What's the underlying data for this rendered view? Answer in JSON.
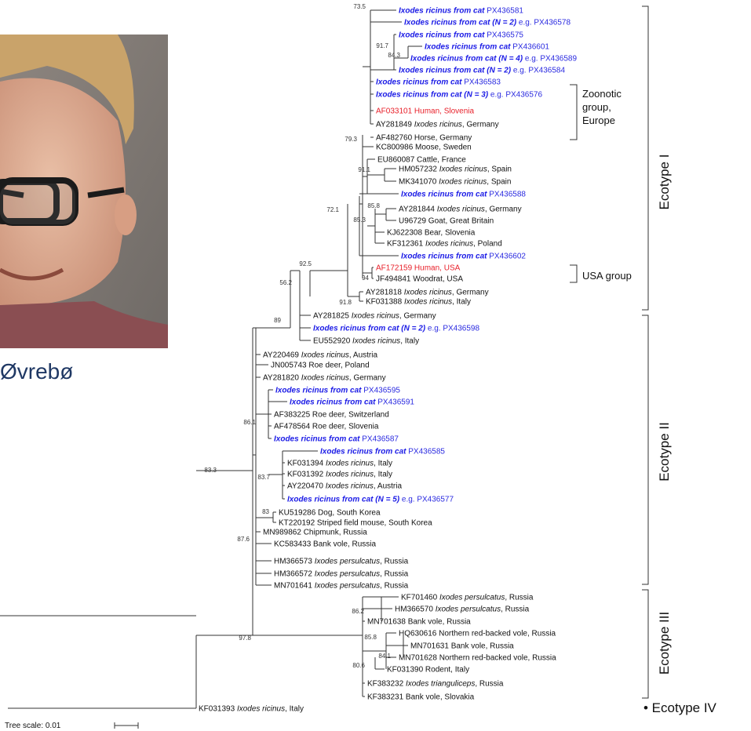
{
  "person_name": "Øvrebø",
  "colors": {
    "cat": "#1a1ae6",
    "human": "#e8202a",
    "text": "#111111",
    "name": "#1f3864"
  },
  "leaves": [
    {
      "id": "L1",
      "parts": [
        [
          "b",
          "Ixodes ricinus from cat"
        ],
        [
          "a",
          "  PX436581"
        ]
      ]
    },
    {
      "id": "L2",
      "parts": [
        [
          "b",
          "Ixodes ricinus from cat (N = 2)"
        ],
        [
          "a",
          " e.g. PX436578"
        ]
      ]
    },
    {
      "id": "L3",
      "parts": [
        [
          "b",
          "Ixodes ricinus from cat"
        ],
        [
          "a",
          "  PX436575"
        ]
      ]
    },
    {
      "id": "L4",
      "parts": [
        [
          "b",
          "Ixodes ricinus from cat"
        ],
        [
          "a",
          "  PX436601"
        ]
      ]
    },
    {
      "id": "L5",
      "parts": [
        [
          "b",
          "Ixodes ricinus from cat (N = 4)"
        ],
        [
          "a",
          " e.g. PX436589"
        ]
      ]
    },
    {
      "id": "L6",
      "parts": [
        [
          "b",
          "Ixodes ricinus from cat (N = 2)"
        ],
        [
          "a",
          " e.g. PX436584"
        ]
      ]
    },
    {
      "id": "L7",
      "parts": [
        [
          "b",
          "Ixodes ricinus from cat"
        ],
        [
          "a",
          "  PX436583"
        ]
      ]
    },
    {
      "id": "L8",
      "parts": [
        [
          "b",
          "Ixodes ricinus from cat (N = 3)"
        ],
        [
          "a",
          " e.g. PX436576"
        ]
      ]
    },
    {
      "id": "L9",
      "parts": [
        [
          "h",
          "AF033101 Human, Slovenia"
        ]
      ]
    },
    {
      "id": "L10",
      "parts": [
        [
          "n",
          "AY281849 "
        ],
        [
          "i",
          "Ixodes ricinus"
        ],
        [
          "n",
          ", Germany"
        ]
      ]
    },
    {
      "id": "L11",
      "parts": [
        [
          "n",
          "AF482760 Horse, Germany"
        ]
      ]
    },
    {
      "id": "L12",
      "parts": [
        [
          "n",
          "KC800986 Moose, Sweden"
        ]
      ]
    },
    {
      "id": "L13",
      "parts": [
        [
          "n",
          "EU860087 Cattle, France"
        ]
      ]
    },
    {
      "id": "L14",
      "parts": [
        [
          "n",
          "HM057232 "
        ],
        [
          "i",
          "Ixodes ricinus"
        ],
        [
          "n",
          ", Spain"
        ]
      ]
    },
    {
      "id": "L15",
      "parts": [
        [
          "n",
          "MK341070 "
        ],
        [
          "i",
          "Ixodes ricinus"
        ],
        [
          "n",
          ", Spain"
        ]
      ]
    },
    {
      "id": "L16",
      "parts": [
        [
          "b",
          "Ixodes ricinus from cat"
        ],
        [
          "a",
          "  PX436588"
        ]
      ]
    },
    {
      "id": "L17",
      "parts": [
        [
          "n",
          "AY281844 "
        ],
        [
          "i",
          "Ixodes ricinus"
        ],
        [
          "n",
          ", Germany"
        ]
      ]
    },
    {
      "id": "L18",
      "parts": [
        [
          "n",
          "U96729 Goat, Great Britain"
        ]
      ]
    },
    {
      "id": "L19",
      "parts": [
        [
          "n",
          "KJ622308 Bear, Slovenia"
        ]
      ]
    },
    {
      "id": "L20",
      "parts": [
        [
          "n",
          "KF312361 "
        ],
        [
          "i",
          "Ixodes ricinus"
        ],
        [
          "n",
          ", Poland"
        ]
      ]
    },
    {
      "id": "L21",
      "parts": [
        [
          "b",
          "Ixodes ricinus from cat"
        ],
        [
          "a",
          "  PX436602"
        ]
      ]
    },
    {
      "id": "L22",
      "parts": [
        [
          "h",
          "AF172159 Human, USA"
        ]
      ]
    },
    {
      "id": "L23",
      "parts": [
        [
          "n",
          "JF494841 Woodrat, USA"
        ]
      ]
    },
    {
      "id": "L24",
      "parts": [
        [
          "n",
          "AY281818 "
        ],
        [
          "i",
          "Ixodes ricinus"
        ],
        [
          "n",
          ", Germany"
        ]
      ]
    },
    {
      "id": "L25",
      "parts": [
        [
          "n",
          "KF031388 "
        ],
        [
          "i",
          "Ixodes ricinus"
        ],
        [
          "n",
          ", Italy"
        ]
      ]
    },
    {
      "id": "L26",
      "parts": [
        [
          "n",
          "AY281825 "
        ],
        [
          "i",
          "Ixodes ricinus"
        ],
        [
          "n",
          ", Germany"
        ]
      ]
    },
    {
      "id": "L27",
      "parts": [
        [
          "b",
          "Ixodes ricinus from cat (N = 2)"
        ],
        [
          "a",
          " e.g. PX436598"
        ]
      ]
    },
    {
      "id": "L28",
      "parts": [
        [
          "n",
          "EU552920 "
        ],
        [
          "i",
          "Ixodes ricinus"
        ],
        [
          "n",
          ", Italy"
        ]
      ]
    },
    {
      "id": "L29",
      "parts": [
        [
          "n",
          "AY220469 "
        ],
        [
          "i",
          "Ixodes ricinus"
        ],
        [
          "n",
          ", Austria"
        ]
      ]
    },
    {
      "id": "L30",
      "parts": [
        [
          "n",
          "JN005743 Roe deer, Poland"
        ]
      ]
    },
    {
      "id": "L31",
      "parts": [
        [
          "n",
          "AY281820 "
        ],
        [
          "i",
          "Ixodes ricinus"
        ],
        [
          "n",
          ", Germany"
        ]
      ]
    },
    {
      "id": "L32",
      "parts": [
        [
          "b",
          "Ixodes ricinus from cat"
        ],
        [
          "a",
          "  PX436595"
        ]
      ]
    },
    {
      "id": "L33",
      "parts": [
        [
          "b",
          "Ixodes ricinus from cat"
        ],
        [
          "a",
          "  PX436591"
        ]
      ]
    },
    {
      "id": "L34",
      "parts": [
        [
          "n",
          "AF383225 Roe deer, Switzerland"
        ]
      ]
    },
    {
      "id": "L35",
      "parts": [
        [
          "n",
          "AF478564 Roe deer, Slovenia"
        ]
      ]
    },
    {
      "id": "L36",
      "parts": [
        [
          "b",
          "Ixodes ricinus from cat"
        ],
        [
          "a",
          "  PX436587"
        ]
      ]
    },
    {
      "id": "L37",
      "parts": [
        [
          "b",
          "Ixodes ricinus from cat"
        ],
        [
          "a",
          "  PX436585"
        ]
      ]
    },
    {
      "id": "L38",
      "parts": [
        [
          "n",
          "KF031394 "
        ],
        [
          "i",
          "Ixodes ricinus"
        ],
        [
          "n",
          ", Italy"
        ]
      ]
    },
    {
      "id": "L39",
      "parts": [
        [
          "n",
          "KF031392 "
        ],
        [
          "i",
          "Ixodes ricinus"
        ],
        [
          "n",
          ", Italy"
        ]
      ]
    },
    {
      "id": "L40",
      "parts": [
        [
          "n",
          "AY220470 "
        ],
        [
          "i",
          "Ixodes ricinus"
        ],
        [
          "n",
          ", Austria"
        ]
      ]
    },
    {
      "id": "L41",
      "parts": [
        [
          "b",
          "Ixodes ricinus from cat (N = 5)"
        ],
        [
          "a",
          " e.g. PX436577"
        ]
      ]
    },
    {
      "id": "L42",
      "parts": [
        [
          "n",
          "KU519286 Dog, South Korea"
        ]
      ]
    },
    {
      "id": "L43",
      "parts": [
        [
          "n",
          "KT220192 Striped field mouse, South Korea"
        ]
      ]
    },
    {
      "id": "L44",
      "parts": [
        [
          "n",
          "MN989862 Chipmunk, Russia"
        ]
      ]
    },
    {
      "id": "L45",
      "parts": [
        [
          "n",
          "KC583433 Bank vole, Russia"
        ]
      ]
    },
    {
      "id": "L46",
      "parts": [
        [
          "n",
          "HM366573 "
        ],
        [
          "i",
          "Ixodes persulcatus"
        ],
        [
          "n",
          ", Russia"
        ]
      ]
    },
    {
      "id": "L47",
      "parts": [
        [
          "n",
          "HM366572 "
        ],
        [
          "i",
          "Ixodes persulcatus"
        ],
        [
          "n",
          ", Russia"
        ]
      ]
    },
    {
      "id": "L48",
      "parts": [
        [
          "n",
          "MN701641 "
        ],
        [
          "i",
          "Ixodes persulcatus"
        ],
        [
          "n",
          ", Russia"
        ]
      ]
    },
    {
      "id": "L49",
      "parts": [
        [
          "n",
          "KF701460 "
        ],
        [
          "i",
          "Ixodes persulcatus"
        ],
        [
          "n",
          ", Russia"
        ]
      ]
    },
    {
      "id": "L50",
      "parts": [
        [
          "n",
          "HM366570 "
        ],
        [
          "i",
          "Ixodes persulcatus"
        ],
        [
          "n",
          ", Russia"
        ]
      ]
    },
    {
      "id": "L51",
      "parts": [
        [
          "n",
          "MN701638 Bank vole, Russia"
        ]
      ]
    },
    {
      "id": "L52",
      "parts": [
        [
          "n",
          "HQ630616 Northern red-backed vole, Russia"
        ]
      ]
    },
    {
      "id": "L53",
      "parts": [
        [
          "n",
          "MN701631 Bank vole, Russia"
        ]
      ]
    },
    {
      "id": "L54",
      "parts": [
        [
          "n",
          "MN701628 Northern red-backed vole, Russia"
        ]
      ]
    },
    {
      "id": "L55",
      "parts": [
        [
          "n",
          "KF031390 Rodent, Italy"
        ]
      ]
    },
    {
      "id": "L56",
      "parts": [
        [
          "n",
          "KF383232 "
        ],
        [
          "i",
          "Ixodes trianguliceps"
        ],
        [
          "n",
          ", Russia"
        ]
      ]
    },
    {
      "id": "L57",
      "parts": [
        [
          "n",
          "KF383231 Bank vole, Slovakia"
        ]
      ]
    },
    {
      "id": "L58",
      "parts": [
        [
          "n",
          "KF031393 "
        ],
        [
          "i",
          "Ixodes ricinus"
        ],
        [
          "n",
          ", Italy"
        ]
      ]
    }
  ],
  "bootstrap": [
    {
      "id": "b735",
      "value": "73.5"
    },
    {
      "id": "b917",
      "value": "91.7"
    },
    {
      "id": "b843",
      "value": "84.3"
    },
    {
      "id": "b793",
      "value": "79.3"
    },
    {
      "id": "b911",
      "value": "91.1"
    },
    {
      "id": "b858",
      "value": "85.8"
    },
    {
      "id": "b853",
      "value": "85.3"
    },
    {
      "id": "b721",
      "value": "72.1"
    },
    {
      "id": "b925",
      "value": "92.5"
    },
    {
      "id": "b94",
      "value": "94"
    },
    {
      "id": "b562",
      "value": "56.2"
    },
    {
      "id": "b918",
      "value": "91.8"
    },
    {
      "id": "b89",
      "value": "89"
    },
    {
      "id": "b861",
      "value": "86.1"
    },
    {
      "id": "b833",
      "value": "83.3"
    },
    {
      "id": "b837",
      "value": "83.7"
    },
    {
      "id": "b83",
      "value": "83"
    },
    {
      "id": "b876",
      "value": "87.6"
    },
    {
      "id": "b862",
      "value": "86.2"
    },
    {
      "id": "b858b",
      "value": "85.8"
    },
    {
      "id": "b841",
      "value": "84.1"
    },
    {
      "id": "b806",
      "value": "80.6"
    },
    {
      "id": "b978",
      "value": "97.8"
    }
  ],
  "groups": {
    "zoonotic": [
      "Zoonotic",
      "group,",
      "Europe"
    ],
    "usa": "USA group"
  },
  "ecotypes": {
    "i": "Ecotype I",
    "ii": "Ecotype II",
    "iii": "Ecotype III",
    "iv": "• Ecotype IV"
  },
  "scale_label": "Tree scale: 0.01"
}
